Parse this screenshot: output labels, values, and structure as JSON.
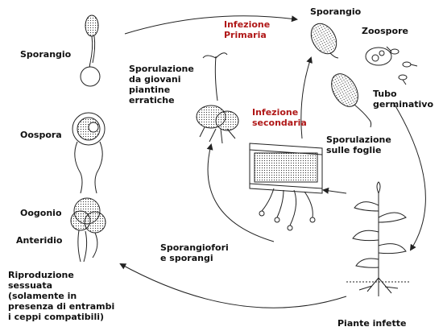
{
  "labels": {
    "sporangio_left": "Sporangio",
    "oospora": "Oospora",
    "oogonio": "Oogonio",
    "anteridio": "Anteridio",
    "riproduzione": [
      "Riproduzione",
      "sessuata",
      "(solamente in",
      "presenza di entrambi",
      "i ceppi compatibili)"
    ],
    "sporulazione_giovani": [
      "Sporulazione",
      "da giovani",
      "piantine",
      "erratiche"
    ],
    "infezione_primaria": [
      "Infezione",
      "Primaria"
    ],
    "infezione_secondaria": [
      "Infezione",
      "secondaria"
    ],
    "sporangio_top": "Sporangio",
    "zoospore": "Zoospore",
    "tubo_germinativo": [
      "Tubo",
      "germinativo"
    ],
    "sporulazione_foglie": [
      "Sporulazione",
      "sulle foglie"
    ],
    "sporangiofori": [
      "Sporangiofori",
      "e sporangi"
    ],
    "piante_infette": "Piante infette"
  },
  "colors": {
    "highlight": "#b01818",
    "line": "#222222"
  }
}
